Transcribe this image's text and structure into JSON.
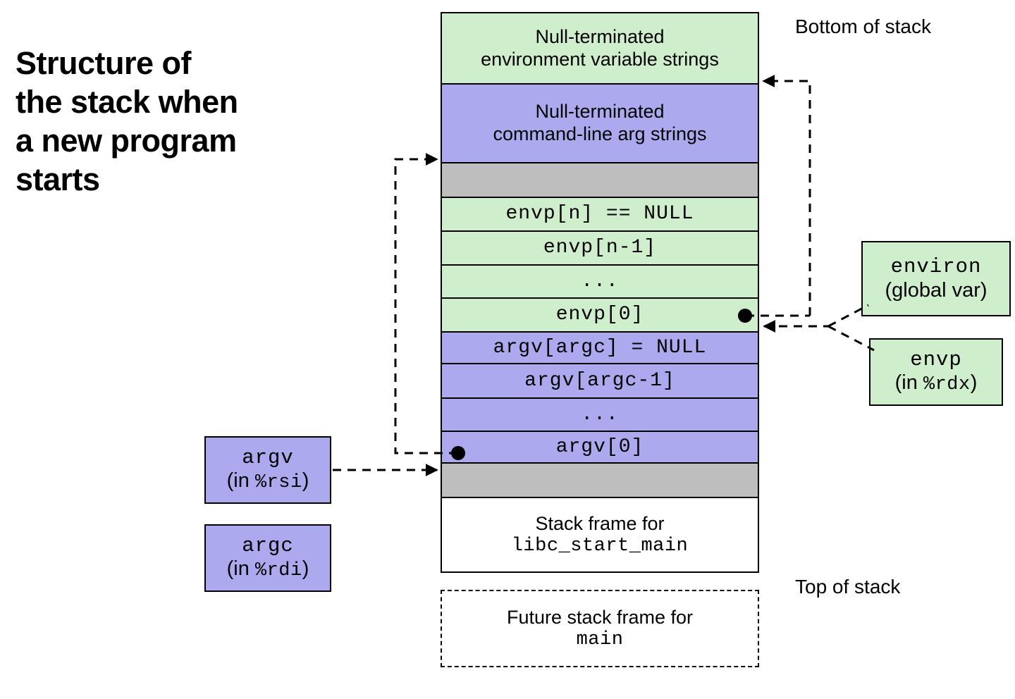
{
  "title": {
    "lines": [
      "Structure of",
      "the stack when",
      "a new program",
      "starts"
    ],
    "text": "Structure of the stack when a new program starts"
  },
  "labels": {
    "bottom_of_stack": "Bottom of stack",
    "top_of_stack": "Top of stack"
  },
  "colors": {
    "env_green": "#cfeecb",
    "arg_purple": "#ada9ee",
    "padding_gray": "#bebebe",
    "frame_white": "#ffffff",
    "outline": "#000000"
  },
  "stack": {
    "rows": [
      {
        "id": "env-strings",
        "line1": "Null-terminated",
        "line2": "environment variable strings",
        "fill": "green",
        "font": "sans",
        "height": 103
      },
      {
        "id": "arg-strings",
        "line1": "Null-terminated",
        "line2": "command-line arg strings",
        "fill": "purple",
        "font": "sans",
        "height": 114
      },
      {
        "id": "padding-upper",
        "line1": "",
        "line2": "",
        "fill": "gray",
        "font": "sans",
        "height": 51
      },
      {
        "id": "envp-n",
        "line1": "envp[n] == NULL",
        "line2": "",
        "fill": "green",
        "font": "mono",
        "height": 50
      },
      {
        "id": "envp-n-1",
        "line1": "envp[n-1]",
        "line2": "",
        "fill": "green",
        "font": "mono",
        "height": 50
      },
      {
        "id": "envp-ellipsis",
        "line1": "...",
        "line2": "",
        "fill": "green",
        "font": "mono",
        "height": 49
      },
      {
        "id": "envp-0",
        "line1": "envp[0]",
        "line2": "",
        "fill": "green",
        "font": "mono",
        "height": 50
      },
      {
        "id": "argv-argc",
        "line1": "argv[argc] = NULL",
        "line2": "",
        "fill": "purple",
        "font": "mono",
        "height": 47
      },
      {
        "id": "argv-argc-1",
        "line1": "argv[argc-1]",
        "line2": "",
        "fill": "purple",
        "font": "mono",
        "height": 51
      },
      {
        "id": "argv-ellipsis",
        "line1": "...",
        "line2": "",
        "fill": "purple",
        "font": "mono",
        "height": 49
      },
      {
        "id": "argv-0",
        "line1": "argv[0]",
        "line2": "",
        "fill": "purple",
        "font": "mono",
        "height": 47
      },
      {
        "id": "padding-lower",
        "line1": "",
        "line2": "",
        "fill": "gray",
        "font": "sans",
        "height": 51
      },
      {
        "id": "libc-start-frame",
        "line1": "Stack frame for",
        "line2": "libc_start_main",
        "fill": "white",
        "font": "mixed",
        "height": 108
      }
    ],
    "future_frame": {
      "id": "future-main-frame",
      "line1": "Future stack frame for",
      "line2": "main"
    }
  },
  "callouts": [
    {
      "id": "environ-box",
      "line1": "environ",
      "line2_pre": "(global var)",
      "line2_mono": "",
      "line2_post": "",
      "fill": "green"
    },
    {
      "id": "envp-box",
      "line1": "envp",
      "line2_pre": "(in ",
      "line2_mono": "%rdx",
      "line2_post": ")",
      "fill": "green"
    },
    {
      "id": "argv-box",
      "line1": "argv",
      "line2_pre": "(in ",
      "line2_mono": "%rsi",
      "line2_post": ")",
      "fill": "purple"
    },
    {
      "id": "argc-box",
      "line1": "argc",
      "line2_pre": "(in ",
      "line2_mono": "%rdi",
      "line2_post": ")",
      "fill": "purple"
    }
  ],
  "pointer_dots": [
    {
      "id": "envp-0-pointer-dot",
      "row": "envp-0"
    },
    {
      "id": "argv-0-pointer-dot",
      "row": "argv-0"
    }
  ]
}
